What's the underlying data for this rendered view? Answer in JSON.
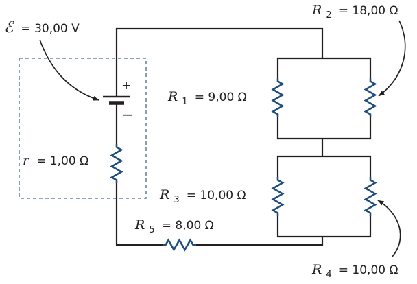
{
  "figure": {
    "description": "Series-parallel resistor circuit with EMF source and internal resistance",
    "background_color": "#ffffff",
    "wire_color": "#231f20",
    "resistor_color": "#1f4e7c",
    "enclosure_color": "#6b87a0",
    "text_color": "#231f20"
  },
  "labels": {
    "emf": {
      "symbol": "ℰ",
      "value": "= 30,00 V"
    },
    "internal_r": {
      "symbol": "r",
      "value": "= 1,00 Ω"
    },
    "r1": {
      "symbol": "R",
      "sub": "1",
      "value": "= 9,00 Ω"
    },
    "r2": {
      "symbol": "R",
      "sub": "2",
      "value": "= 18,00 Ω"
    },
    "r3": {
      "symbol": "R",
      "sub": "3",
      "value": "= 10,00 Ω"
    },
    "r4": {
      "symbol": "R",
      "sub": "4",
      "value": "= 10,00 Ω"
    },
    "r5": {
      "symbol": "R",
      "sub": "5",
      "value": "= 8,00 Ω"
    }
  },
  "battery": {
    "plus": "+",
    "minus": "−"
  },
  "components": {
    "emf_volts": "30,00",
    "internal_resistance_ohms": "1,00",
    "r1_ohms": "9,00",
    "r2_ohms": "18,00",
    "r3_ohms": "10,00",
    "r4_ohms": "10,00",
    "r5_ohms": "8,00"
  }
}
